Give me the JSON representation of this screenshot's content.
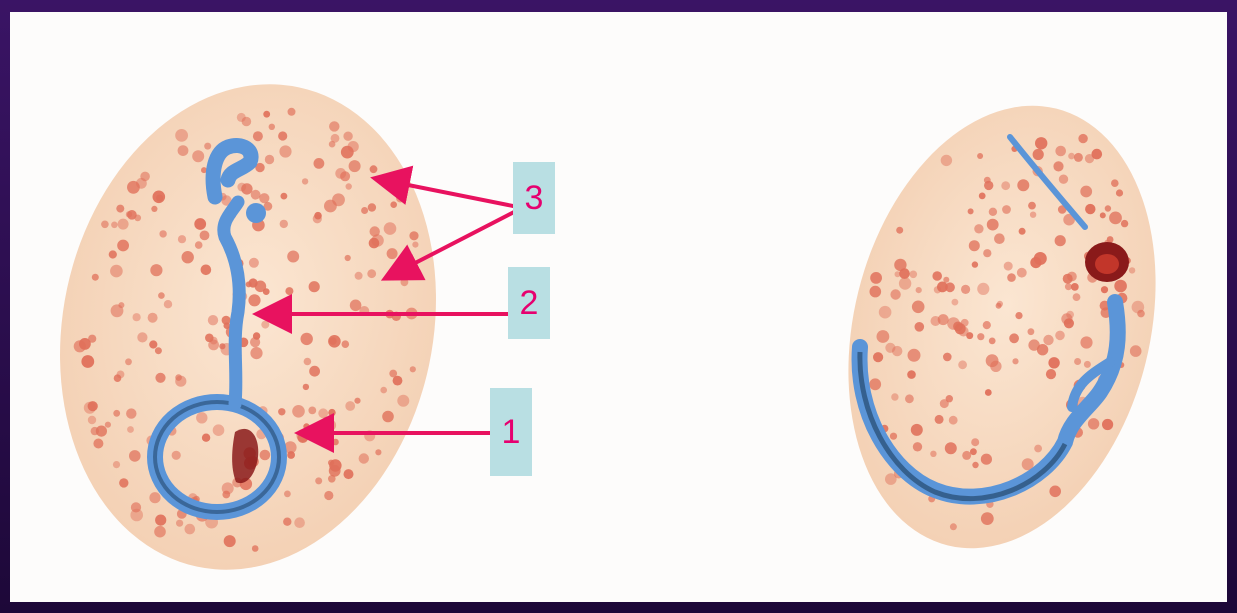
{
  "labels": [
    {
      "id": "label-3",
      "text": "3"
    },
    {
      "id": "label-2",
      "text": "2"
    },
    {
      "id": "label-1",
      "text": "1"
    }
  ],
  "colors": {
    "frame": "#2a0f4a",
    "background": "#fdfcfb",
    "cell": "#f6d8bf",
    "granule": "#e0705a",
    "parasite": "#5b95d8",
    "parasite_dark": "#254a6f",
    "chromatin": "#8a1a1a",
    "arrow": "#e8125f",
    "label_box": "#b9dfe3",
    "label_text": "#e6006f"
  }
}
